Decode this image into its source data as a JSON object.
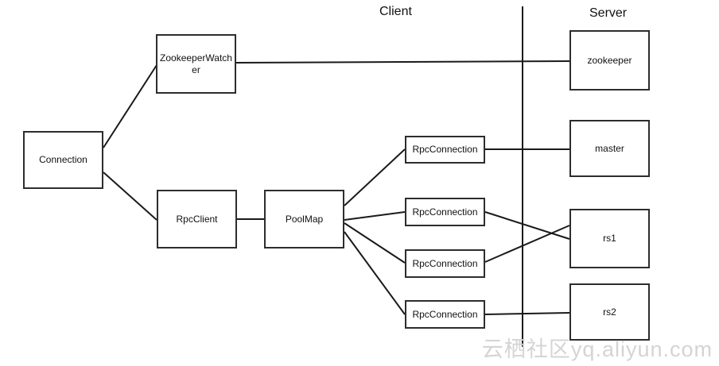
{
  "diagram": {
    "zones": {
      "client": "Client",
      "server": "Server"
    },
    "nodes": {
      "connection": {
        "label": "Connection",
        "zone": "client"
      },
      "zookeeperWatcher": {
        "label": "ZookeeperWatcher",
        "zone": "client"
      },
      "rpcClient": {
        "label": "RpcClient",
        "zone": "client"
      },
      "poolMap": {
        "label": "PoolMap",
        "zone": "client"
      },
      "rpcConnection1": {
        "label": "RpcConnection",
        "zone": "client"
      },
      "rpcConnection2": {
        "label": "RpcConnection",
        "zone": "client"
      },
      "rpcConnection3": {
        "label": "RpcConnection",
        "zone": "client"
      },
      "rpcConnection4": {
        "label": "RpcConnection",
        "zone": "client"
      },
      "zookeeper": {
        "label": "zookeeper",
        "zone": "server"
      },
      "master": {
        "label": "master",
        "zone": "server"
      },
      "rs1": {
        "label": "rs1",
        "zone": "server"
      },
      "rs2": {
        "label": "rs2",
        "zone": "server"
      }
    },
    "edges": [
      {
        "from": "connection",
        "to": "zookeeperWatcher"
      },
      {
        "from": "connection",
        "to": "rpcClient"
      },
      {
        "from": "rpcClient",
        "to": "poolMap"
      },
      {
        "from": "poolMap",
        "to": "rpcConnection1"
      },
      {
        "from": "poolMap",
        "to": "rpcConnection2"
      },
      {
        "from": "poolMap",
        "to": "rpcConnection3"
      },
      {
        "from": "poolMap",
        "to": "rpcConnection4"
      },
      {
        "from": "zookeeperWatcher",
        "to": "zookeeper"
      },
      {
        "from": "rpcConnection1",
        "to": "master"
      },
      {
        "from": "rpcConnection2",
        "to": "rs1"
      },
      {
        "from": "rpcConnection3",
        "to": "rs1"
      },
      {
        "from": "rpcConnection4",
        "to": "rs2"
      }
    ]
  },
  "colors": {
    "line": "#1a1a1a",
    "node_border": "#2d2d2d",
    "background": "#ffffff",
    "watermark": "#d4d4d4"
  },
  "watermark": {
    "text": "云栖社区yq.aliyun.com"
  }
}
